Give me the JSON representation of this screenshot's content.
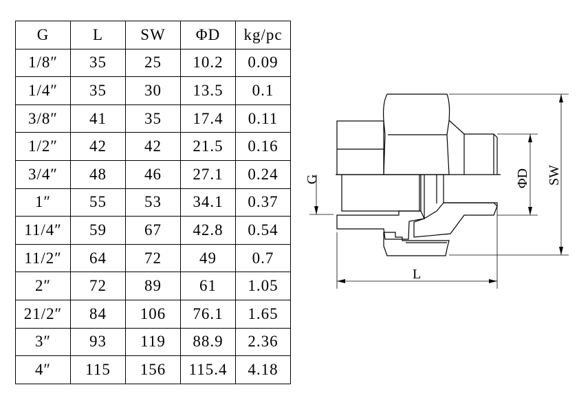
{
  "table": {
    "headers": [
      "G",
      "L",
      "SW",
      "ΦD",
      "kg/pc"
    ],
    "rows": [
      [
        "1/8″",
        "35",
        "25",
        "10.2",
        "0.09"
      ],
      [
        "1/4″",
        "35",
        "30",
        "13.5",
        "0.1"
      ],
      [
        "3/8″",
        "41",
        "35",
        "17.4",
        "0.11"
      ],
      [
        "1/2″",
        "42",
        "42",
        "21.5",
        "0.16"
      ],
      [
        "3/4″",
        "48",
        "46",
        "27.1",
        "0.24"
      ],
      [
        "1″",
        "55",
        "53",
        "34.1",
        "0.37"
      ],
      [
        "11/4″",
        "59",
        "67",
        "42.8",
        "0.54"
      ],
      [
        "11/2″",
        "64",
        "72",
        "49",
        "0.7"
      ],
      [
        "2″",
        "72",
        "89",
        "61",
        "1.05"
      ],
      [
        "21/2″",
        "84",
        "106",
        "76.1",
        "1.65"
      ],
      [
        "3″",
        "93",
        "119",
        "88.9",
        "2.36"
      ],
      [
        "4″",
        "115",
        "156",
        "115.4",
        "4.18"
      ]
    ]
  },
  "drawing": {
    "labels": {
      "g": "G",
      "d": "ΦD",
      "sw": "SW",
      "l": "L"
    }
  }
}
